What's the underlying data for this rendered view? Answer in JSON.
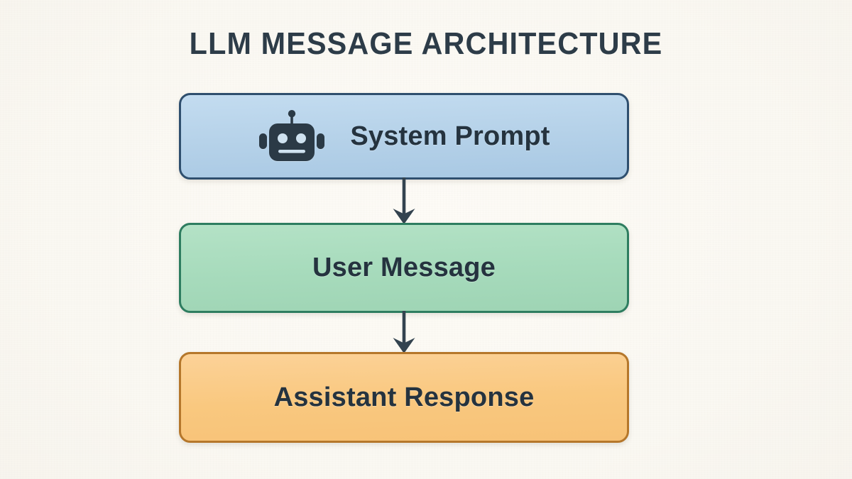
{
  "page": {
    "title": "LLM MESSAGE ARCHITECTURE",
    "background_color": "#faf8f2",
    "title_color": "#2d3c48"
  },
  "diagram": {
    "type": "flowchart",
    "orientation": "vertical-top-to-bottom",
    "nodes": [
      {
        "id": "system-prompt",
        "label": "System Prompt",
        "icon": "robot-icon",
        "fill_color": "#b6d2e9",
        "border_color": "#2f4f6e",
        "text_color": "#25333f"
      },
      {
        "id": "user-message",
        "label": "User Message",
        "icon": null,
        "fill_color": "#a7dbbc",
        "border_color": "#2e7d60",
        "text_color": "#25333f"
      },
      {
        "id": "assistant-response",
        "label": "Assistant Response",
        "icon": null,
        "fill_color": "#f9c87f",
        "border_color": "#b5772b",
        "text_color": "#25333f"
      }
    ],
    "connectors": [
      {
        "id": "arrow-system-to-user",
        "from": "system-prompt",
        "to": "user-message",
        "style": "solid-arrow-down",
        "color": "#33434f"
      },
      {
        "id": "arrow-user-to-assistant",
        "from": "user-message",
        "to": "assistant-response",
        "style": "solid-arrow-down",
        "color": "#33434f"
      }
    ]
  }
}
